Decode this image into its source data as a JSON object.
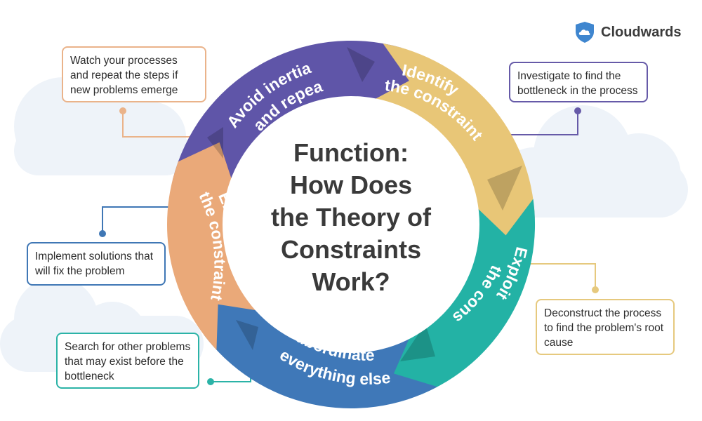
{
  "brand": {
    "name": "Cloudwards",
    "icon": "cloud-shield-icon",
    "color": "#3f86cf"
  },
  "title_lines": [
    "Function:",
    "How Does",
    "the Theory of",
    "Constraints",
    "Work?"
  ],
  "steps": [
    {
      "key": "identify",
      "label_lines": [
        "Identify",
        "the constraint"
      ],
      "description": "Investigate to find the bottleneck in the process",
      "color": "#5f55a8"
    },
    {
      "key": "exploit",
      "label_lines": [
        "Exploit",
        "the constraint"
      ],
      "description": "Deconstruct the process to find the problem's root cause",
      "color": "#e8c677"
    },
    {
      "key": "subordinate",
      "label_lines": [
        "Subordinate",
        "everything else"
      ],
      "description": "Search for other problems that may exist before the bottleneck",
      "color": "#23b2a5"
    },
    {
      "key": "elevate",
      "label_lines": [
        "Elevate",
        "the constraint"
      ],
      "description": "Implement solutions that will fix the problem",
      "color": "#3f78b8"
    },
    {
      "key": "avoid",
      "label_lines": [
        "Avoid inertia",
        "and repeat"
      ],
      "description": "Watch your processes and repeat the steps if new problems emerge",
      "color": "#eaa979"
    }
  ]
}
